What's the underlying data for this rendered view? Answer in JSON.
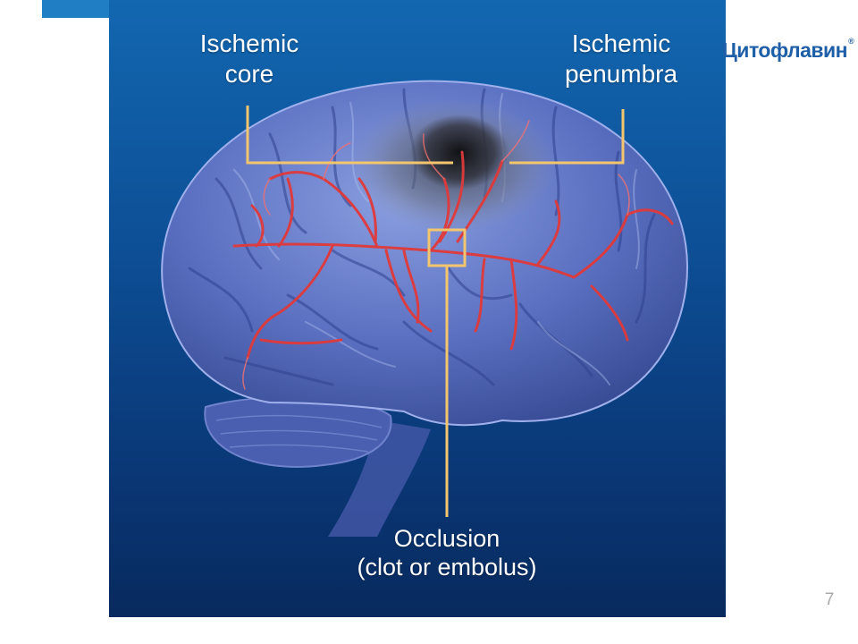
{
  "slide": {
    "logo_text": "Цитофлавин",
    "logo_mark": "®",
    "page_number": "7"
  },
  "figure": {
    "labels": {
      "core": [
        "Ischemic",
        "core"
      ],
      "penumbra": [
        "Ischemic",
        "penumbra"
      ],
      "occlusion": [
        "Occlusion",
        "(clot or embolus)"
      ]
    },
    "colors": {
      "background": "#0d4f96",
      "brain": "#5a6fc0",
      "vessels": "#e03a3a",
      "callout_lines": "#f3c66e",
      "core_shading": "#1a1a1a"
    }
  }
}
